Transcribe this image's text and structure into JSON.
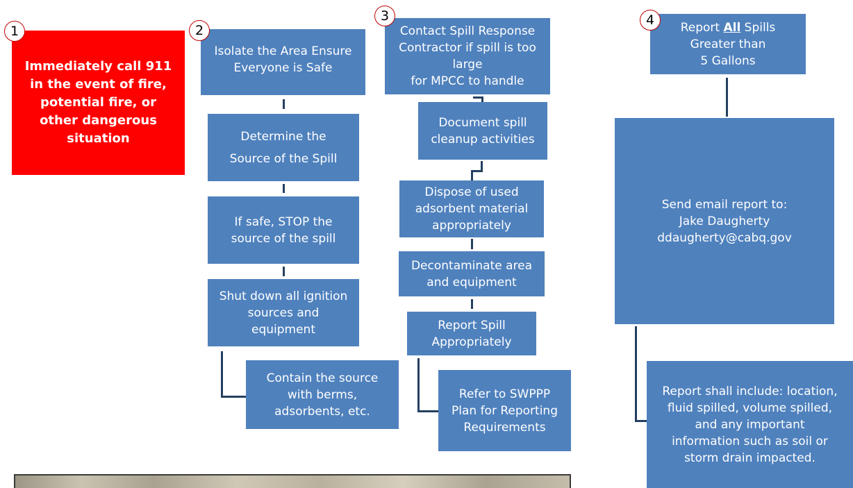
{
  "step1": {
    "number": "1",
    "text_line1": "Immediately call 911",
    "text_line2": "in the event of fire,",
    "text_line3": "potential fire, or",
    "text_line4": "other dangerous",
    "text_line5": "situation"
  },
  "step2": {
    "number": "2",
    "boxes": [
      {
        "line1": "Isolate the Area Ensure",
        "line2": "Everyone is Safe"
      },
      {
        "line1": "Determine the",
        "line2": "Source of the Spill"
      },
      {
        "line1": "If safe, STOP the",
        "line2": "source of the spill"
      },
      {
        "line1": "Shut down all ignition",
        "line2": "sources and",
        "line3": "equipment"
      },
      {
        "line1": "Contain the source",
        "line2": "with berms,",
        "line3": "adsorbents, etc."
      }
    ]
  },
  "step3": {
    "number": "3",
    "boxes": [
      {
        "line1": "Contact Spill Response",
        "line2": "Contractor if spill is too large",
        "line3": "for MPCC to handle"
      },
      {
        "line1": "Document spill",
        "line2": "cleanup activities"
      },
      {
        "line1": "Dispose of used",
        "line2": "adsorbent material",
        "line3": "appropriately"
      },
      {
        "line1": "Decontaminate area",
        "line2": "and equipment"
      },
      {
        "line1": "Report Spill",
        "line2": "Appropriately"
      },
      {
        "line1": "Refer to SWPPP",
        "line2": "Plan for Reporting",
        "line3": "Requirements"
      }
    ]
  },
  "step4": {
    "number": "4",
    "header": {
      "pre": "Report ",
      "emph": "All",
      "post": " Spills",
      "line2": "Greater than",
      "line3": "5 Gallons"
    },
    "email": {
      "line1": "Send email report to:",
      "line2": "Jake Daugherty",
      "line3": "ddaugherty@cabq.gov"
    },
    "include": {
      "line1": "Report shall include: location,",
      "line2": "fluid spilled, volume spilled,",
      "line3": "and any important",
      "line4": "information such as soil or",
      "line5": "storm drain impacted."
    }
  },
  "colors": {
    "box": "#4f81bd",
    "alert": "#ff0000",
    "connector": "#243f60",
    "badge_border": "#c00000"
  }
}
